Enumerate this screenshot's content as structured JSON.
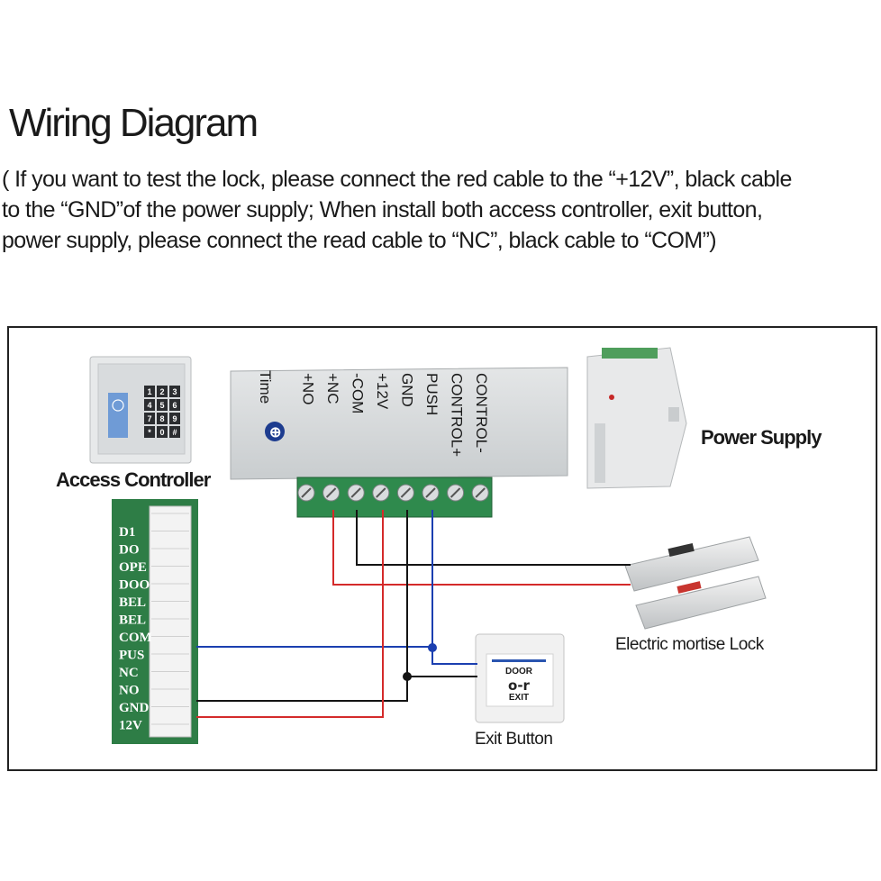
{
  "title": "Wiring Diagram",
  "note": {
    "line1": "( If you want to test the lock, please connect the red cable to the “+12V”, black cable",
    "line2": "to the “GND”of the power supply; When install both access controller, exit button,",
    "line3": "power supply, please connect the read cable to “NC”, black cable to “COM”)"
  },
  "labels": {
    "access_controller": "Access Controller",
    "power_supply": "Power Supply",
    "lock": "Electric mortise Lock",
    "exit_button": "Exit Button"
  },
  "terminal_block": {
    "time_label": "Time",
    "terminals": [
      "CONTROL-",
      "CONTROL+",
      "PUSH",
      "GND",
      "+12V",
      "-COM",
      "+NC",
      "+NO"
    ]
  },
  "controller_pins": [
    "D1",
    "DO",
    "OPE",
    "DOO",
    "BEL",
    "BEL",
    "COM",
    "PUS",
    "NC",
    "NO",
    "GND",
    "12V"
  ],
  "keypad": {
    "keys": [
      "1",
      "2",
      "3",
      "4",
      "5",
      "6",
      "7",
      "8",
      "9",
      "*",
      "0",
      "#"
    ]
  },
  "exit_button_text": {
    "top": "DOOR",
    "bottom": "EXIT"
  },
  "wire_colors": {
    "red": "#d42a2a",
    "black": "#141414",
    "blue": "#1b3fb0"
  }
}
